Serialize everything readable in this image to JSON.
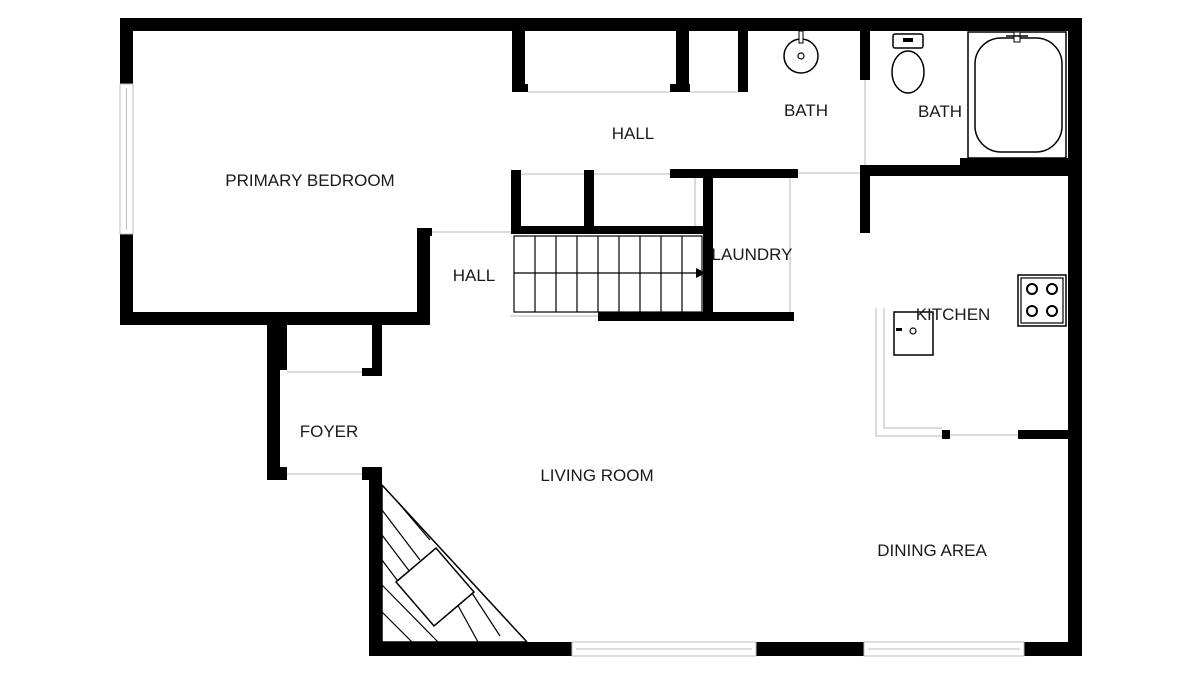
{
  "rooms": {
    "primary_bedroom": "PRIMARY BEDROOM",
    "hall_upper": "HALL",
    "hall_lower": "HALL",
    "bath_1": "BATH",
    "bath_2": "BATH",
    "laundry": "LAUNDRY",
    "kitchen": "KITCHEN",
    "foyer": "FOYER",
    "living_room": "LIVING ROOM",
    "dining_area": "DINING AREA"
  },
  "colors": {
    "wall": "#000000",
    "background": "#ffffff",
    "window_frame": "#bdbdbd"
  },
  "icons": [
    "sink-icon",
    "toilet-icon",
    "bathtub-icon",
    "stove-icon",
    "kitchen-sink-icon",
    "stairs-arrow-icon",
    "fireplace-icon"
  ]
}
